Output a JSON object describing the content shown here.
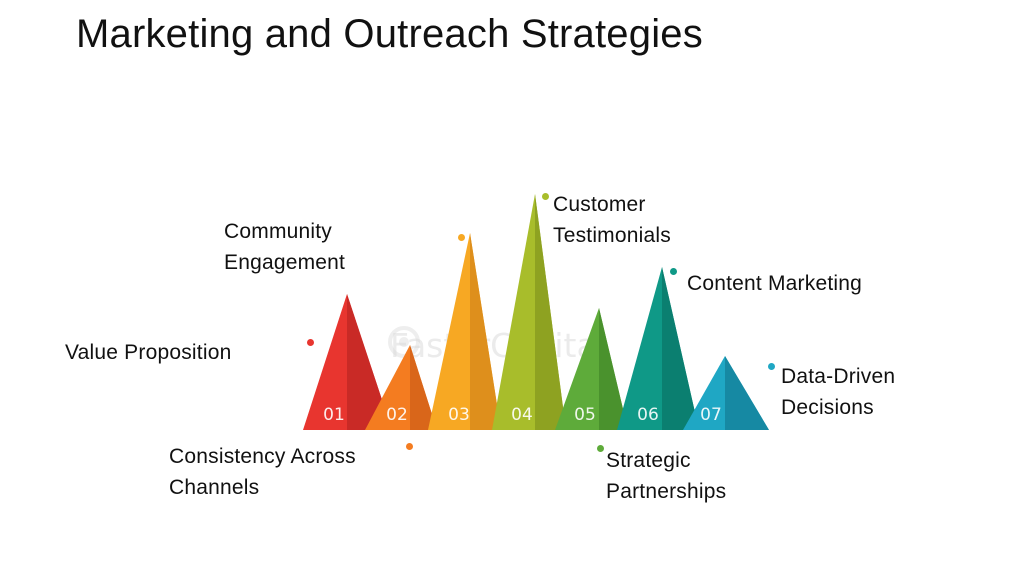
{
  "title": "Marketing and Outreach Strategies",
  "watermark": "FasterCapital",
  "steps": [
    {
      "num": "01",
      "label": "Value Proposition",
      "color": "#e8352f",
      "shade": "#c92a26"
    },
    {
      "num": "02",
      "label": "Consistency Across\nChannels",
      "color": "#f47c20",
      "shade": "#d9661a"
    },
    {
      "num": "03",
      "label": "Community\nEngagement",
      "color": "#f7a823",
      "shade": "#de8f1c"
    },
    {
      "num": "04",
      "label": "Customer\nTestimonials",
      "color": "#a8bd2b",
      "shade": "#8ea221"
    },
    {
      "num": "05",
      "label": "Strategic\nPartnerships",
      "color": "#5eab3a",
      "shade": "#4a922d"
    },
    {
      "num": "06",
      "label": "Content Marketing",
      "color": "#0f9987",
      "shade": "#0b7f70"
    },
    {
      "num": "07",
      "label": "Data-Driven\nDecisions",
      "color": "#1fa7c4",
      "shade": "#1689a3"
    }
  ]
}
